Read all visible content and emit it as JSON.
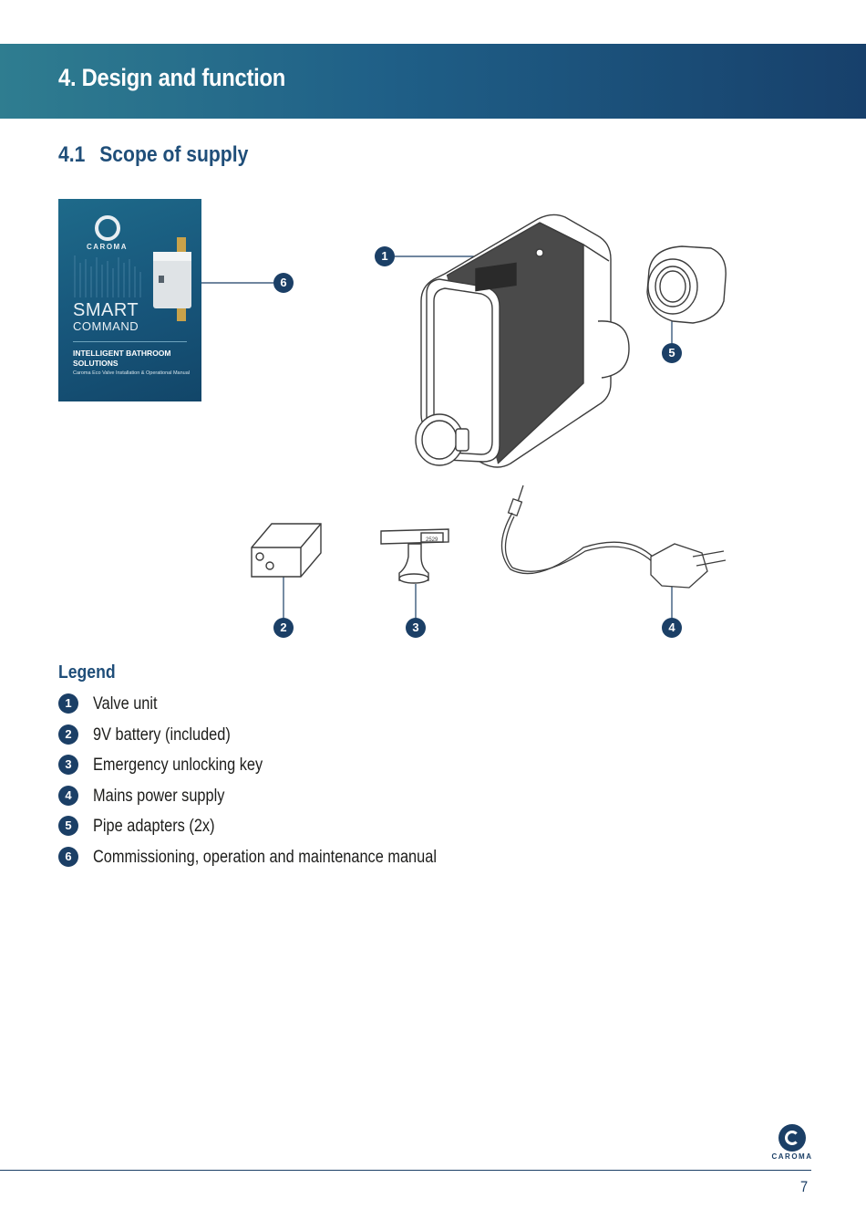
{
  "header": {
    "title": "4. Design and function"
  },
  "section": {
    "number": "4.1",
    "title": "Scope of supply"
  },
  "manual_cover": {
    "brand": "CAROMA",
    "title_line1": "SMART",
    "title_line2": "COMMAND",
    "subtitle": "INTELLIGENT BATHROOM SOLUTIONS",
    "small_text": "Caroma Eco Valve Installation & Operational Manual"
  },
  "callouts": [
    "1",
    "2",
    "3",
    "4",
    "5",
    "6"
  ],
  "key_tag": "2529",
  "legend": {
    "heading": "Legend",
    "items": [
      {
        "num": "1",
        "text": "Valve unit"
      },
      {
        "num": "2",
        "text": "9V battery (included)"
      },
      {
        "num": "3",
        "text": "Emergency unlocking key"
      },
      {
        "num": "4",
        "text": "Mains power supply"
      },
      {
        "num": "5",
        "text": "Pipe adapters (2x)"
      },
      {
        "num": "6",
        "text": "Commissioning, operation and maintenance manual"
      }
    ]
  },
  "footer": {
    "brand": "CAROMA",
    "page_number": "7"
  },
  "colors": {
    "accent": "#1f4e79",
    "badge": "#1b3f66",
    "header_start": "#2f7d90",
    "header_end": "#17406b"
  }
}
